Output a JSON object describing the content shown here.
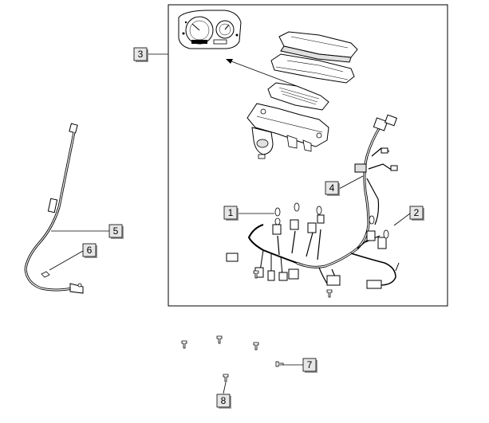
{
  "callouts": [
    {
      "label": "1"
    },
    {
      "label": "2"
    },
    {
      "label": "3"
    },
    {
      "label": "4"
    },
    {
      "label": "5"
    },
    {
      "label": "6"
    },
    {
      "label": "7"
    },
    {
      "label": "8"
    }
  ],
  "colors": {
    "line": "#000000",
    "label_fill": "#e6e6e6",
    "label_shadow": "#9a9a9a",
    "part_fill": "#ffffff",
    "part_shade": "#cfcfcf"
  }
}
